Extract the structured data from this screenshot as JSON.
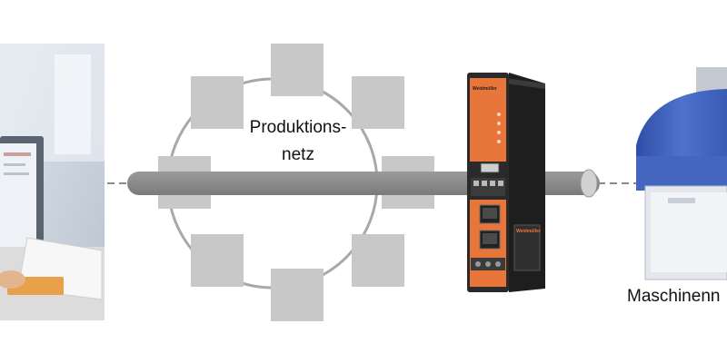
{
  "labels": {
    "network_line1": "Produktions-",
    "network_line2": "netz",
    "machine": "Maschinenn"
  },
  "device": {
    "brand": "Weidmüller",
    "brand_small": "Weidmüller"
  },
  "colors": {
    "node_gray": "#c8c8c8",
    "ring_gray": "#a8a8a8",
    "pipe_gray": "#8e8e8e",
    "device_orange": "#e8763b",
    "device_dark": "#2a2a2a",
    "machine_blue": "#3f5fb8"
  },
  "icons": {
    "workstation": "office-workstation-photo",
    "gateway": "industrial-gateway-device",
    "machine": "industrial-machine-photo"
  }
}
